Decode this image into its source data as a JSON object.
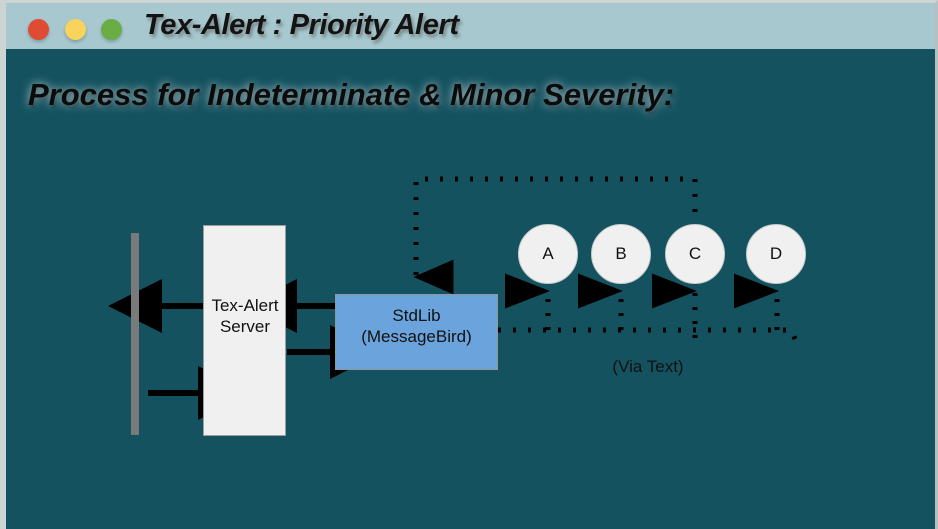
{
  "window": {
    "title": "Tex-Alert : Priority Alert",
    "controls": [
      {
        "name": "close",
        "color": "#e04b33"
      },
      {
        "name": "minimize",
        "color": "#f8d45c"
      },
      {
        "name": "maximize",
        "color": "#6bad45"
      }
    ],
    "titlebar_color": "#a6c8ce"
  },
  "slide": {
    "heading": "Process for Indeterminate & Minor Severity:",
    "background_color": "#155260"
  },
  "diagram": {
    "nodes": {
      "left_bar": {
        "label": "",
        "color": "#797a7a"
      },
      "server": {
        "line1": "Tex-Alert",
        "line2": "Server",
        "color": "#f0f0f0"
      },
      "stdlib": {
        "line1": "StdLib",
        "line2": "(MessageBird)",
        "color": "#6ba3dc"
      },
      "recipients": [
        {
          "label": "A"
        },
        {
          "label": "B"
        },
        {
          "label": "C"
        },
        {
          "label": "D"
        }
      ]
    },
    "annotations": {
      "via_text": "(Via Text)"
    }
  }
}
